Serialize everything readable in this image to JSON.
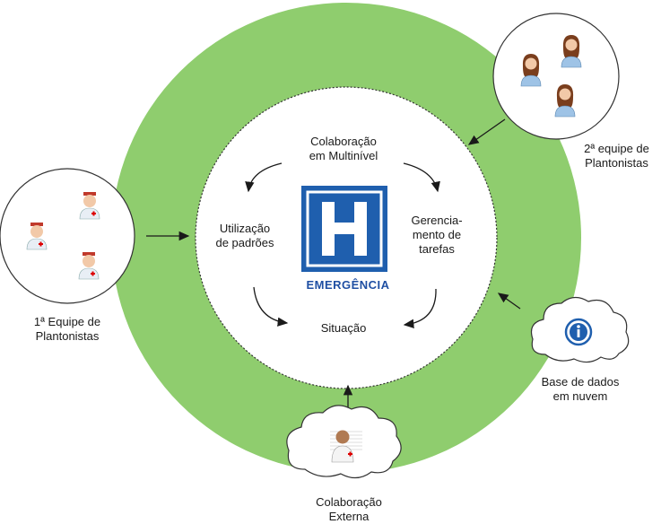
{
  "center": {
    "emergency_label": "EMERGÊNCIA",
    "hospital_letter": "H",
    "cycle": {
      "top": [
        "Colaboração",
        "em Multinível"
      ],
      "left": [
        "Utilização",
        "de padrões"
      ],
      "right": [
        "Gerencia-",
        "mento de",
        "tarefas"
      ],
      "bottom": [
        "Situação"
      ]
    }
  },
  "teams": {
    "first": [
      "1ª Equipe de",
      "Plantonistas"
    ],
    "second": [
      "2ª equipe de",
      "Plantonistas"
    ]
  },
  "cloud_database": [
    "Base de dados",
    "em nuvem"
  ],
  "external_collab": [
    "Colaboração",
    "Externa"
  ],
  "colors": {
    "ring": "#8fcd6e",
    "inner_fill": "#ffffff",
    "hospital_blue": "#1f5fae",
    "emergency_text": "#1f4fa3"
  },
  "icons": {
    "center": "hospital-h-icon",
    "database": "info-icon",
    "doctor": "doctor-icon",
    "nurse": "nurse-icon"
  }
}
